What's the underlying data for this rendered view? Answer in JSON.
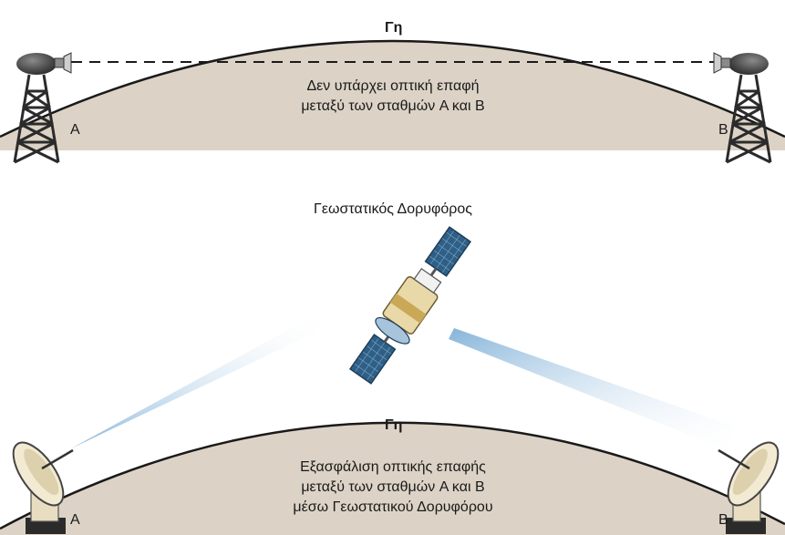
{
  "top_panel": {
    "earth_label": "Γη",
    "description_lines": [
      "Δεν υπάρχει οπτική επαφή",
      "μεταξύ των σταθμών A και B"
    ],
    "station_a": "A",
    "station_b": "B"
  },
  "satellite_label": "Γεωστατικός Δορυφόρος",
  "bottom_panel": {
    "earth_label": "Γη",
    "description_lines": [
      "Εξασφάλιση οπτικής επαφής",
      "μεταξύ των σταθμών A και B",
      "μέσω Γεωστατικού Δορυφόρου"
    ],
    "station_a": "A",
    "station_b": "B"
  },
  "colors": {
    "earth_fill": "#dcd3c6",
    "earth_edge": "#1a1a1a",
    "tower": "#2b2b2b",
    "dish_body": "#e8ddc0",
    "beam": "#9cc3e0",
    "panel": "#2e5f87",
    "sat_body": "#e9d9a8"
  },
  "icons": {
    "tower": "radio-tower-icon",
    "dish": "satellite-dish-icon",
    "satellite": "satellite-icon"
  }
}
